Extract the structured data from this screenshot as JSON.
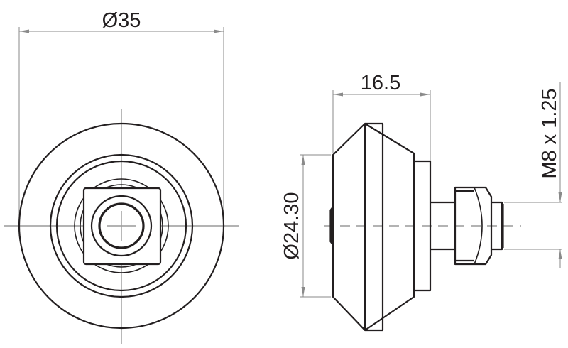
{
  "drawing": {
    "type": "technical drawing",
    "subject": "V-groove guide wheel with M8 threaded stud",
    "colors": {
      "line": "#231f20",
      "dimension": "#8a8a8a",
      "centerline": "#9a9a9a",
      "background": "#ffffff"
    },
    "views": {
      "front": {
        "label": "front-view"
      },
      "side": {
        "label": "side-view"
      }
    },
    "dimensions": {
      "outer_diameter": {
        "text": "Ø35",
        "value": 35,
        "unit": "mm"
      },
      "width": {
        "text": "16.5",
        "value": 16.5,
        "unit": "mm"
      },
      "groove_diameter": {
        "text": "Ø24.30",
        "value": 24.3,
        "unit": "mm"
      },
      "thread": {
        "text": "M8 x 1.25",
        "size": "M8",
        "pitch": 1.25
      }
    }
  }
}
